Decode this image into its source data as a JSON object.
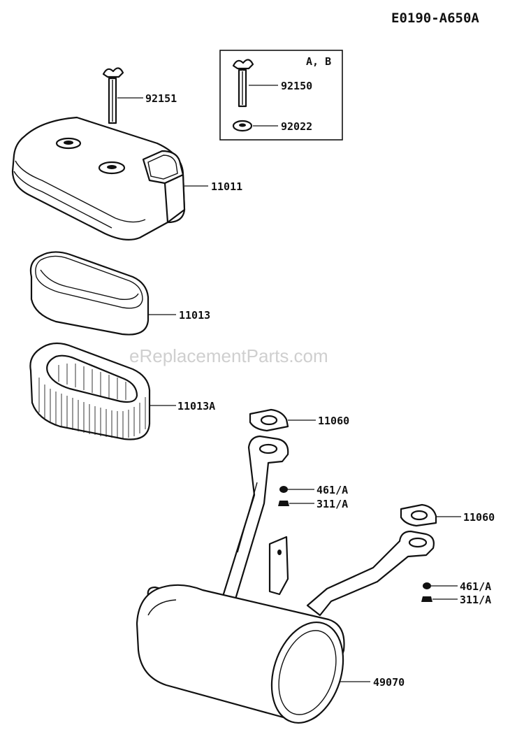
{
  "diagram_code": "E0190-A650A",
  "watermark": "eReplacementParts.com",
  "inset_label": "A, B",
  "parts": {
    "p92151": "92151",
    "p92150": "92150",
    "p92022": "92022",
    "p11011": "11011",
    "p11013": "11013",
    "p11013A": "11013A",
    "p11060_a": "11060",
    "p11060_b": "11060",
    "p461_a": "461/A",
    "p311_a": "311/A",
    "p461_b": "461/A",
    "p311_b": "311/A",
    "p49070": "49070"
  }
}
